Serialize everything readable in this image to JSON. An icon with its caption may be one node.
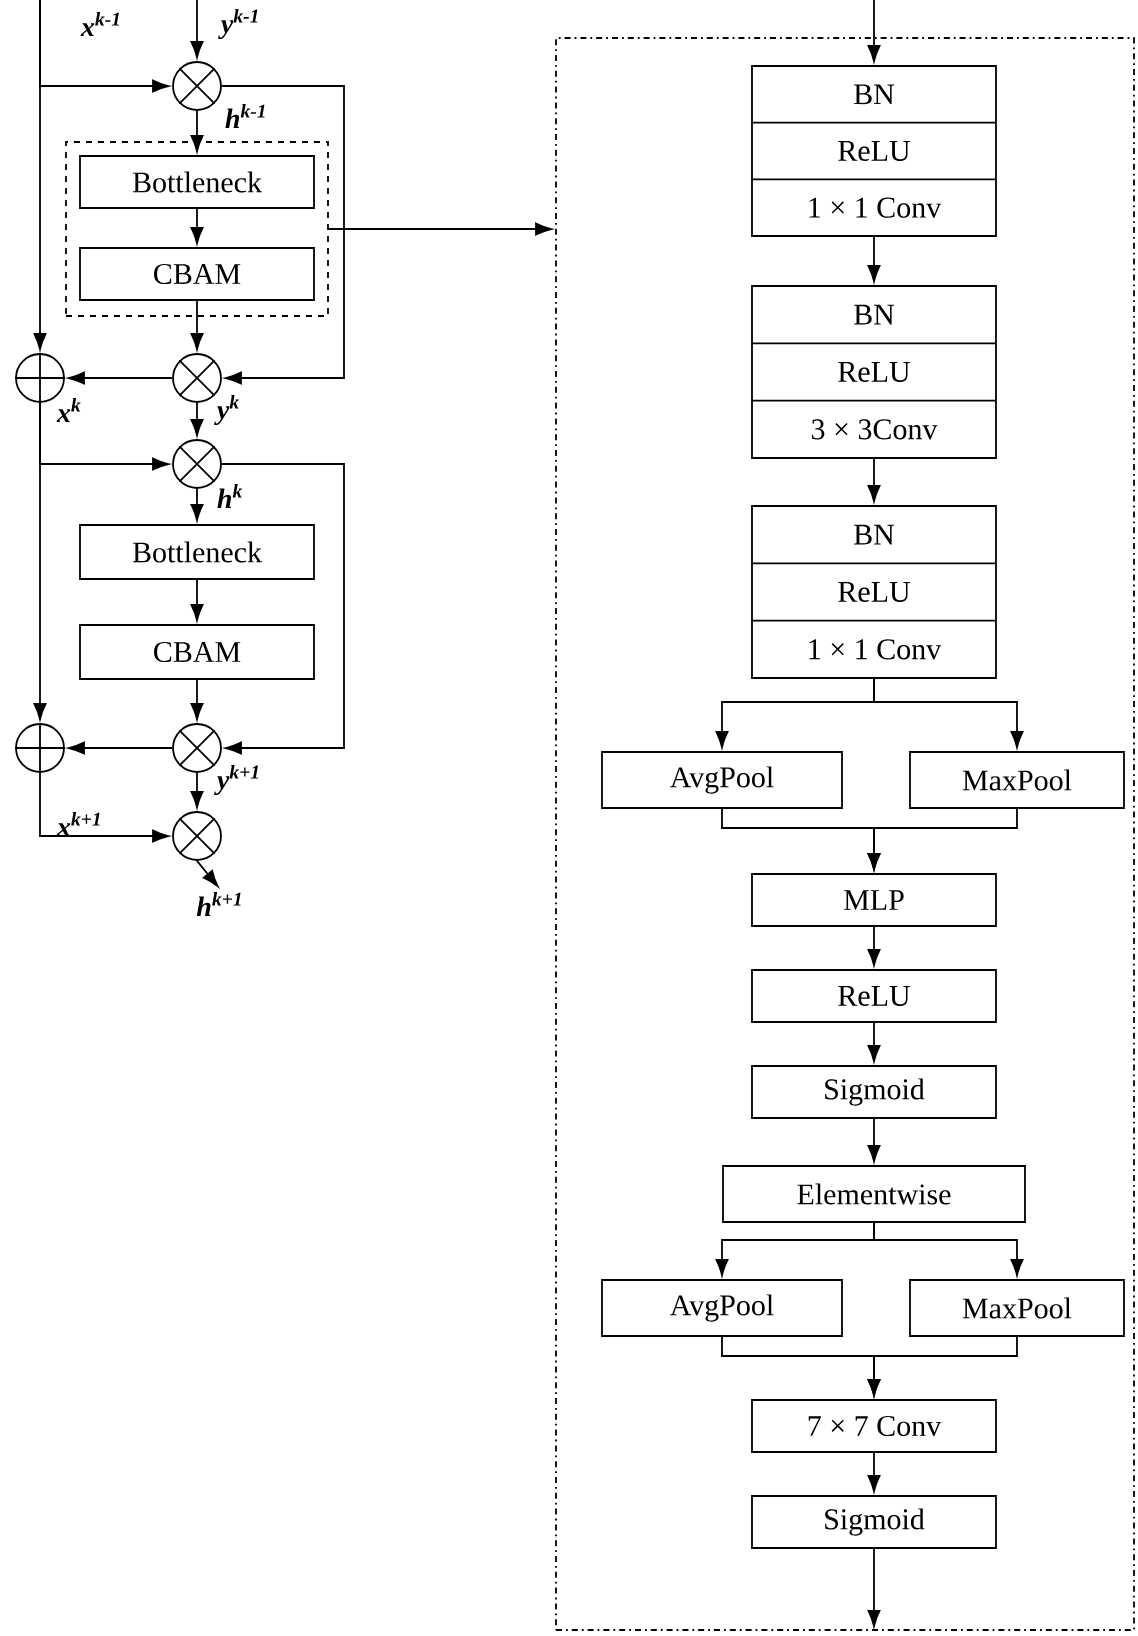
{
  "diagram": {
    "nodes": [
      {
        "text": [],
        "shape": "circle"
      },
      {
        "text": [],
        "shape": "box"
      },
      {
        "text": [
          "Bottleneck"
        ],
        "in": 1
      },
      {
        "text": [
          "CBAM"
        ],
        "in": 1
      },
      {
        "text": [],
        "shape": "circle"
      },
      {
        "text": [],
        "shape": "circle"
      },
      {
        "text": [],
        "shape": "circle"
      },
      {
        "text": [
          "Bottleneck"
        ]
      },
      {
        "text": [
          "CBAM"
        ]
      },
      {
        "text": [],
        "shape": "circle"
      },
      {
        "text": [],
        "shape": "circle"
      },
      {
        "text": [],
        "shape": "circle"
      },
      {
        "text": [],
        "shape": "box"
      },
      {
        "text": [
          "BN",
          "ReLU",
          "1 × 1 Conv"
        ],
        "in": 12
      },
      {
        "text": [
          "BN",
          "ReLU",
          "3 × 3Conv"
        ],
        "in": 12
      },
      {
        "text": [
          "BN",
          "ReLU",
          "1 × 1 Conv"
        ],
        "in": 12
      },
      {
        "text": [
          "AvgPool"
        ],
        "in": 12
      },
      {
        "text": [
          "MaxPool"
        ],
        "in": 12
      },
      {
        "text": [
          "MLP"
        ],
        "in": 12
      },
      {
        "text": [
          "ReLU"
        ],
        "in": 12
      },
      {
        "text": [
          "Sigmoid"
        ],
        "in": 12
      },
      {
        "text": [
          "Elementwise"
        ],
        "in": 12
      },
      {
        "text": [
          "AvgPool"
        ],
        "in": 12
      },
      {
        "text": [
          "MaxPool"
        ],
        "in": 12
      },
      {
        "text": [
          "7 × 7 Conv"
        ],
        "in": 12
      },
      {
        "text": [
          "Sigmoid"
        ],
        "in": 12
      },
      {
        "text": [
          "h$^{k+1}$"
        ]
      }
    ],
    "edges": [
      {
        "from": null,
        "to": 0,
        "arrow": "to"
      },
      {
        "from": null,
        "to": 0,
        "arrow": "to"
      },
      {
        "from": null,
        "to": 5,
        "arrow": "to"
      },
      {
        "from": 0,
        "to": 2,
        "arrow": "to"
      },
      {
        "from": 0,
        "to": 4,
        "arrow": "to"
      },
      {
        "from": 2,
        "to": 3,
        "arrow": "to"
      },
      {
        "from": 3,
        "to": 4,
        "arrow": "to"
      },
      {
        "from": 4,
        "to": 5,
        "arrow": "to"
      },
      {
        "from": 1,
        "to": 12,
        "arrow": "to"
      },
      {
        "from": 4,
        "to": 6,
        "arrow": "to"
      },
      {
        "from": 5,
        "to": 6,
        "arrow": "to"
      },
      {
        "from": 5,
        "to": 10,
        "arrow": "to"
      },
      {
        "from": 6,
        "to": 7,
        "arrow": "to"
      },
      {
        "from": 6,
        "to": 9,
        "arrow": "to"
      },
      {
        "from": 7,
        "to": 8,
        "arrow": "to"
      },
      {
        "from": 8,
        "to": 9,
        "arrow": "to"
      },
      {
        "from": 9,
        "to": 10,
        "arrow": "to"
      },
      {
        "from": 9,
        "to": 11,
        "arrow": "to"
      },
      {
        "from": 10,
        "to": 11,
        "arrow": "to"
      },
      {
        "from": 11,
        "to": 26,
        "arrow": "to"
      },
      {
        "from": null,
        "to": 13,
        "arrow": "to"
      },
      {
        "from": 13,
        "to": 14,
        "arrow": "to"
      },
      {
        "from": 14,
        "to": 15,
        "arrow": "to"
      },
      {
        "from": 15,
        "to": 16,
        "arrow": "to"
      },
      {
        "from": 15,
        "to": 17,
        "arrow": "to"
      },
      {
        "from": 16,
        "to": 18,
        "arrow": "to"
      },
      {
        "from": 17,
        "to": 18,
        "arrow": "to"
      },
      {
        "from": 18,
        "to": 19,
        "arrow": "to"
      },
      {
        "from": 19,
        "to": 20,
        "arrow": "to"
      },
      {
        "from": 20,
        "to": 21,
        "arrow": "to"
      },
      {
        "from": 21,
        "to": 22,
        "arrow": "to"
      },
      {
        "from": 21,
        "to": 23,
        "arrow": "to"
      },
      {
        "from": 22,
        "to": 24,
        "arrow": "to"
      },
      {
        "from": 23,
        "to": 24,
        "arrow": "to"
      },
      {
        "from": 24,
        "to": 25,
        "arrow": "to"
      },
      {
        "from": 25,
        "to": null,
        "arrow": "to"
      }
    ],
    "labels": [
      "x$^{k-1}$",
      "y$^{k-1}$",
      "h$^{k-1}$",
      "x$^{k}$",
      "y$^{k}$",
      "h$^{k}$",
      "y$^{k+1}$",
      "x$^{k+1}$"
    ]
  }
}
